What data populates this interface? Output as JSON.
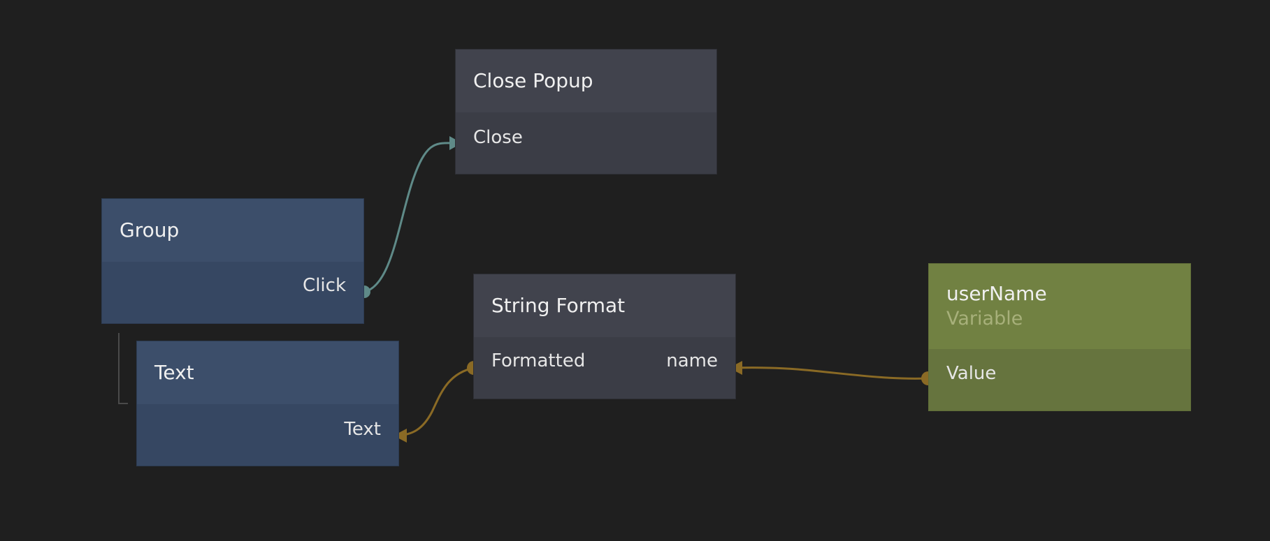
{
  "colors": {
    "background": "#1f1f1f",
    "visual_node": "#3c4e6a",
    "logic_node": "#41434d",
    "variable_node": "#718142",
    "signal_wire": "#5f8a88",
    "data_wire": "#8a6a25"
  },
  "nodes": {
    "close_popup": {
      "title": "Close Popup",
      "inputs": [
        "Close"
      ]
    },
    "group": {
      "title": "Group",
      "outputs": [
        "Click"
      ]
    },
    "text": {
      "title": "Text",
      "outputs": [
        "Text"
      ]
    },
    "string_format": {
      "title": "String Format",
      "inputs": [
        "name"
      ],
      "outputs": [
        "Formatted"
      ]
    },
    "username": {
      "title": "userName",
      "subtitle": "Variable",
      "outputs": [
        "Value"
      ]
    }
  },
  "connections": [
    {
      "from": "Group.Click",
      "to": "Close Popup.Close",
      "kind": "signal"
    },
    {
      "from": "String Format.Formatted",
      "to": "Text.Text",
      "kind": "data"
    },
    {
      "from": "userName.Value",
      "to": "String Format.name",
      "kind": "data"
    }
  ]
}
